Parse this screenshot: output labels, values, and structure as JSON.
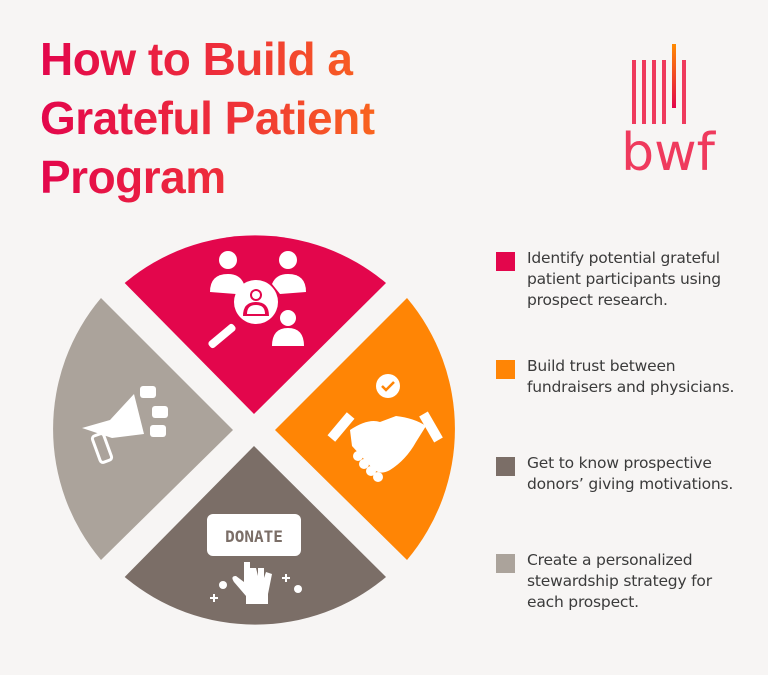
{
  "header": {
    "title_line1": "How to Build a",
    "title_line2": "Grateful Patient",
    "title_line3": "Program",
    "title_gradient": [
      "#e3064c",
      "#f9641e"
    ]
  },
  "logo": {
    "text": "bwf",
    "color": "#ef3a5d",
    "accent_gradient": [
      "#ff8a00",
      "#e3064c"
    ]
  },
  "wheel": {
    "segments": [
      {
        "position": "top",
        "color": "#e3064c",
        "icon": "prospect-research-icon"
      },
      {
        "position": "right",
        "color": "#ff8505",
        "icon": "handshake-icon"
      },
      {
        "position": "bottom",
        "color": "#7b6e67",
        "icon": "donate-button-icon",
        "icon_text": "DONATE"
      },
      {
        "position": "left",
        "color": "#aba39b",
        "icon": "megaphone-icon"
      }
    ]
  },
  "legend": {
    "items": [
      {
        "color": "#e3064c",
        "text": "Identify potential grateful patient participants using prospect research."
      },
      {
        "color": "#ff8505",
        "text": "Build trust between fundraisers and physicians."
      },
      {
        "color": "#7b6e67",
        "text": "Get to know prospective donors’ giving motivations."
      },
      {
        "color": "#aba39b",
        "text": "Create a personalized stewardship strategy for each prospect."
      }
    ]
  }
}
